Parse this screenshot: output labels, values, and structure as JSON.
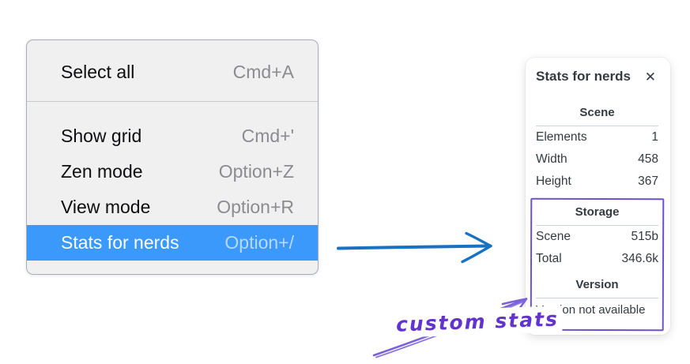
{
  "context_menu": {
    "items": [
      {
        "label": "Select all",
        "shortcut": "Cmd+A",
        "selected": false
      },
      {
        "label": "Show grid",
        "shortcut": "Cmd+'",
        "selected": false
      },
      {
        "label": "Zen mode",
        "shortcut": "Option+Z",
        "selected": false
      },
      {
        "label": "View mode",
        "shortcut": "Option+R",
        "selected": false
      },
      {
        "label": "Stats for nerds",
        "shortcut": "Option+/",
        "selected": true
      }
    ]
  },
  "stats_panel": {
    "title": "Stats for nerds",
    "close_icon": "✕",
    "sections": [
      {
        "title": "Scene",
        "rows": [
          {
            "label": "Elements",
            "value": "1"
          },
          {
            "label": "Width",
            "value": "458"
          },
          {
            "label": "Height",
            "value": "367"
          }
        ]
      },
      {
        "title": "Storage",
        "rows": [
          {
            "label": "Scene",
            "value": "515b"
          },
          {
            "label": "Total",
            "value": "346.6k"
          }
        ]
      },
      {
        "title": "Version",
        "note": "Version not available"
      }
    ]
  },
  "annotations": {
    "custom_stats_label": "custom stats",
    "colors": {
      "menu_highlight": "#3b99fc",
      "blue_arrow": "#1971c2",
      "purple_annotation": "#6c52d0",
      "purple_text": "#6233cf"
    }
  }
}
